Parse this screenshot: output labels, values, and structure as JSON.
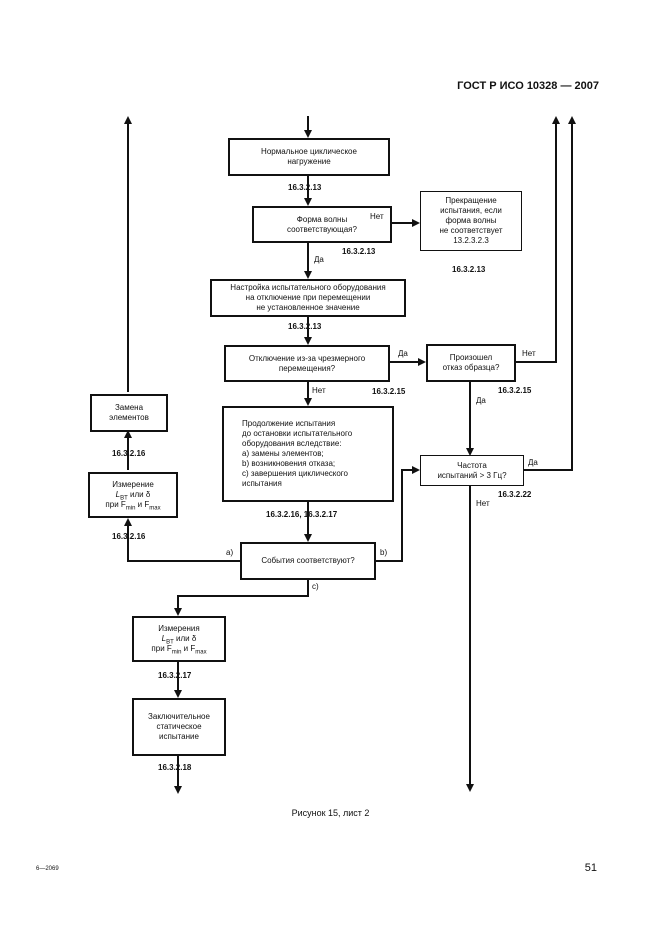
{
  "header": "ГОСТ Р ИСО 10328 — 2007",
  "boxes": {
    "normal_load": [
      "Нормальное циклическое",
      "нагружение"
    ],
    "waveform": [
      "Форма волны",
      "соответствующая?"
    ],
    "stop_test": [
      "Прекращение",
      "испытания, если",
      "форма волны",
      "не соответствует",
      "13.2.3.2.3"
    ],
    "setup": [
      "Настройка испытательного оборудования",
      "на отключение при перемещении",
      "не установленное значение"
    ],
    "shutdown": [
      "Отключение из-за чрезмерного",
      "перемещения?"
    ],
    "failure": [
      "Произошел",
      "отказ образца?"
    ],
    "continue": [
      "Продолжение испытания",
      "до остановки испытательного",
      "оборудования вследствие:",
      "а) замены элементов;",
      "b) возникновения отказа;",
      "с) завершения циклического",
      "испытания"
    ],
    "frequency": [
      "Частота",
      "испытаний > 3 Гц?"
    ],
    "events": "События соответствуют?",
    "replace": [
      "Замена",
      "элементов"
    ],
    "measure1": {
      "line1a": "Измерение",
      "line2_L": "L",
      "line2_sub": "BT",
      "line2_rest": " или δ",
      "line3_pre": "при F",
      "sub_min": "min",
      "mid": " и F",
      "sub_max": "max"
    },
    "measure2": {
      "line1a": "Измерения",
      "line2_L": "L",
      "line2_sub": "BT",
      "line2_rest": " или δ",
      "line3_pre": "при F",
      "sub_min": "min",
      "mid": " и F",
      "sub_max": "max"
    },
    "final": [
      "Заключительное",
      "статическое",
      "испытание"
    ]
  },
  "labels": {
    "no1": "Нет",
    "yes1": "Да",
    "yes2": "Да",
    "no2": "Нет",
    "yes3": "Да",
    "no3": "Нет",
    "yes4": "Да",
    "no4": "Нет",
    "a": "а)",
    "b": "b)",
    "c": "c)"
  },
  "refs": {
    "r1": "16.3.2.13",
    "r2": "16.3.2.13",
    "r3": "16.3.2.13",
    "r4": "16.3.2.13",
    "r5": "16.3.2.15",
    "r6": "16.3.2.15",
    "r7": "16.3.2.16, 16.3.2.17",
    "r8": "16.3.2.16",
    "r9": "16.3.2.16",
    "r10": "16.3.2.17",
    "r11": "16.3.2.18",
    "r12": "16.3.2.22"
  },
  "caption": "Рисунок 15, лист 2",
  "footer_left": "6—2069",
  "page_number": "51"
}
